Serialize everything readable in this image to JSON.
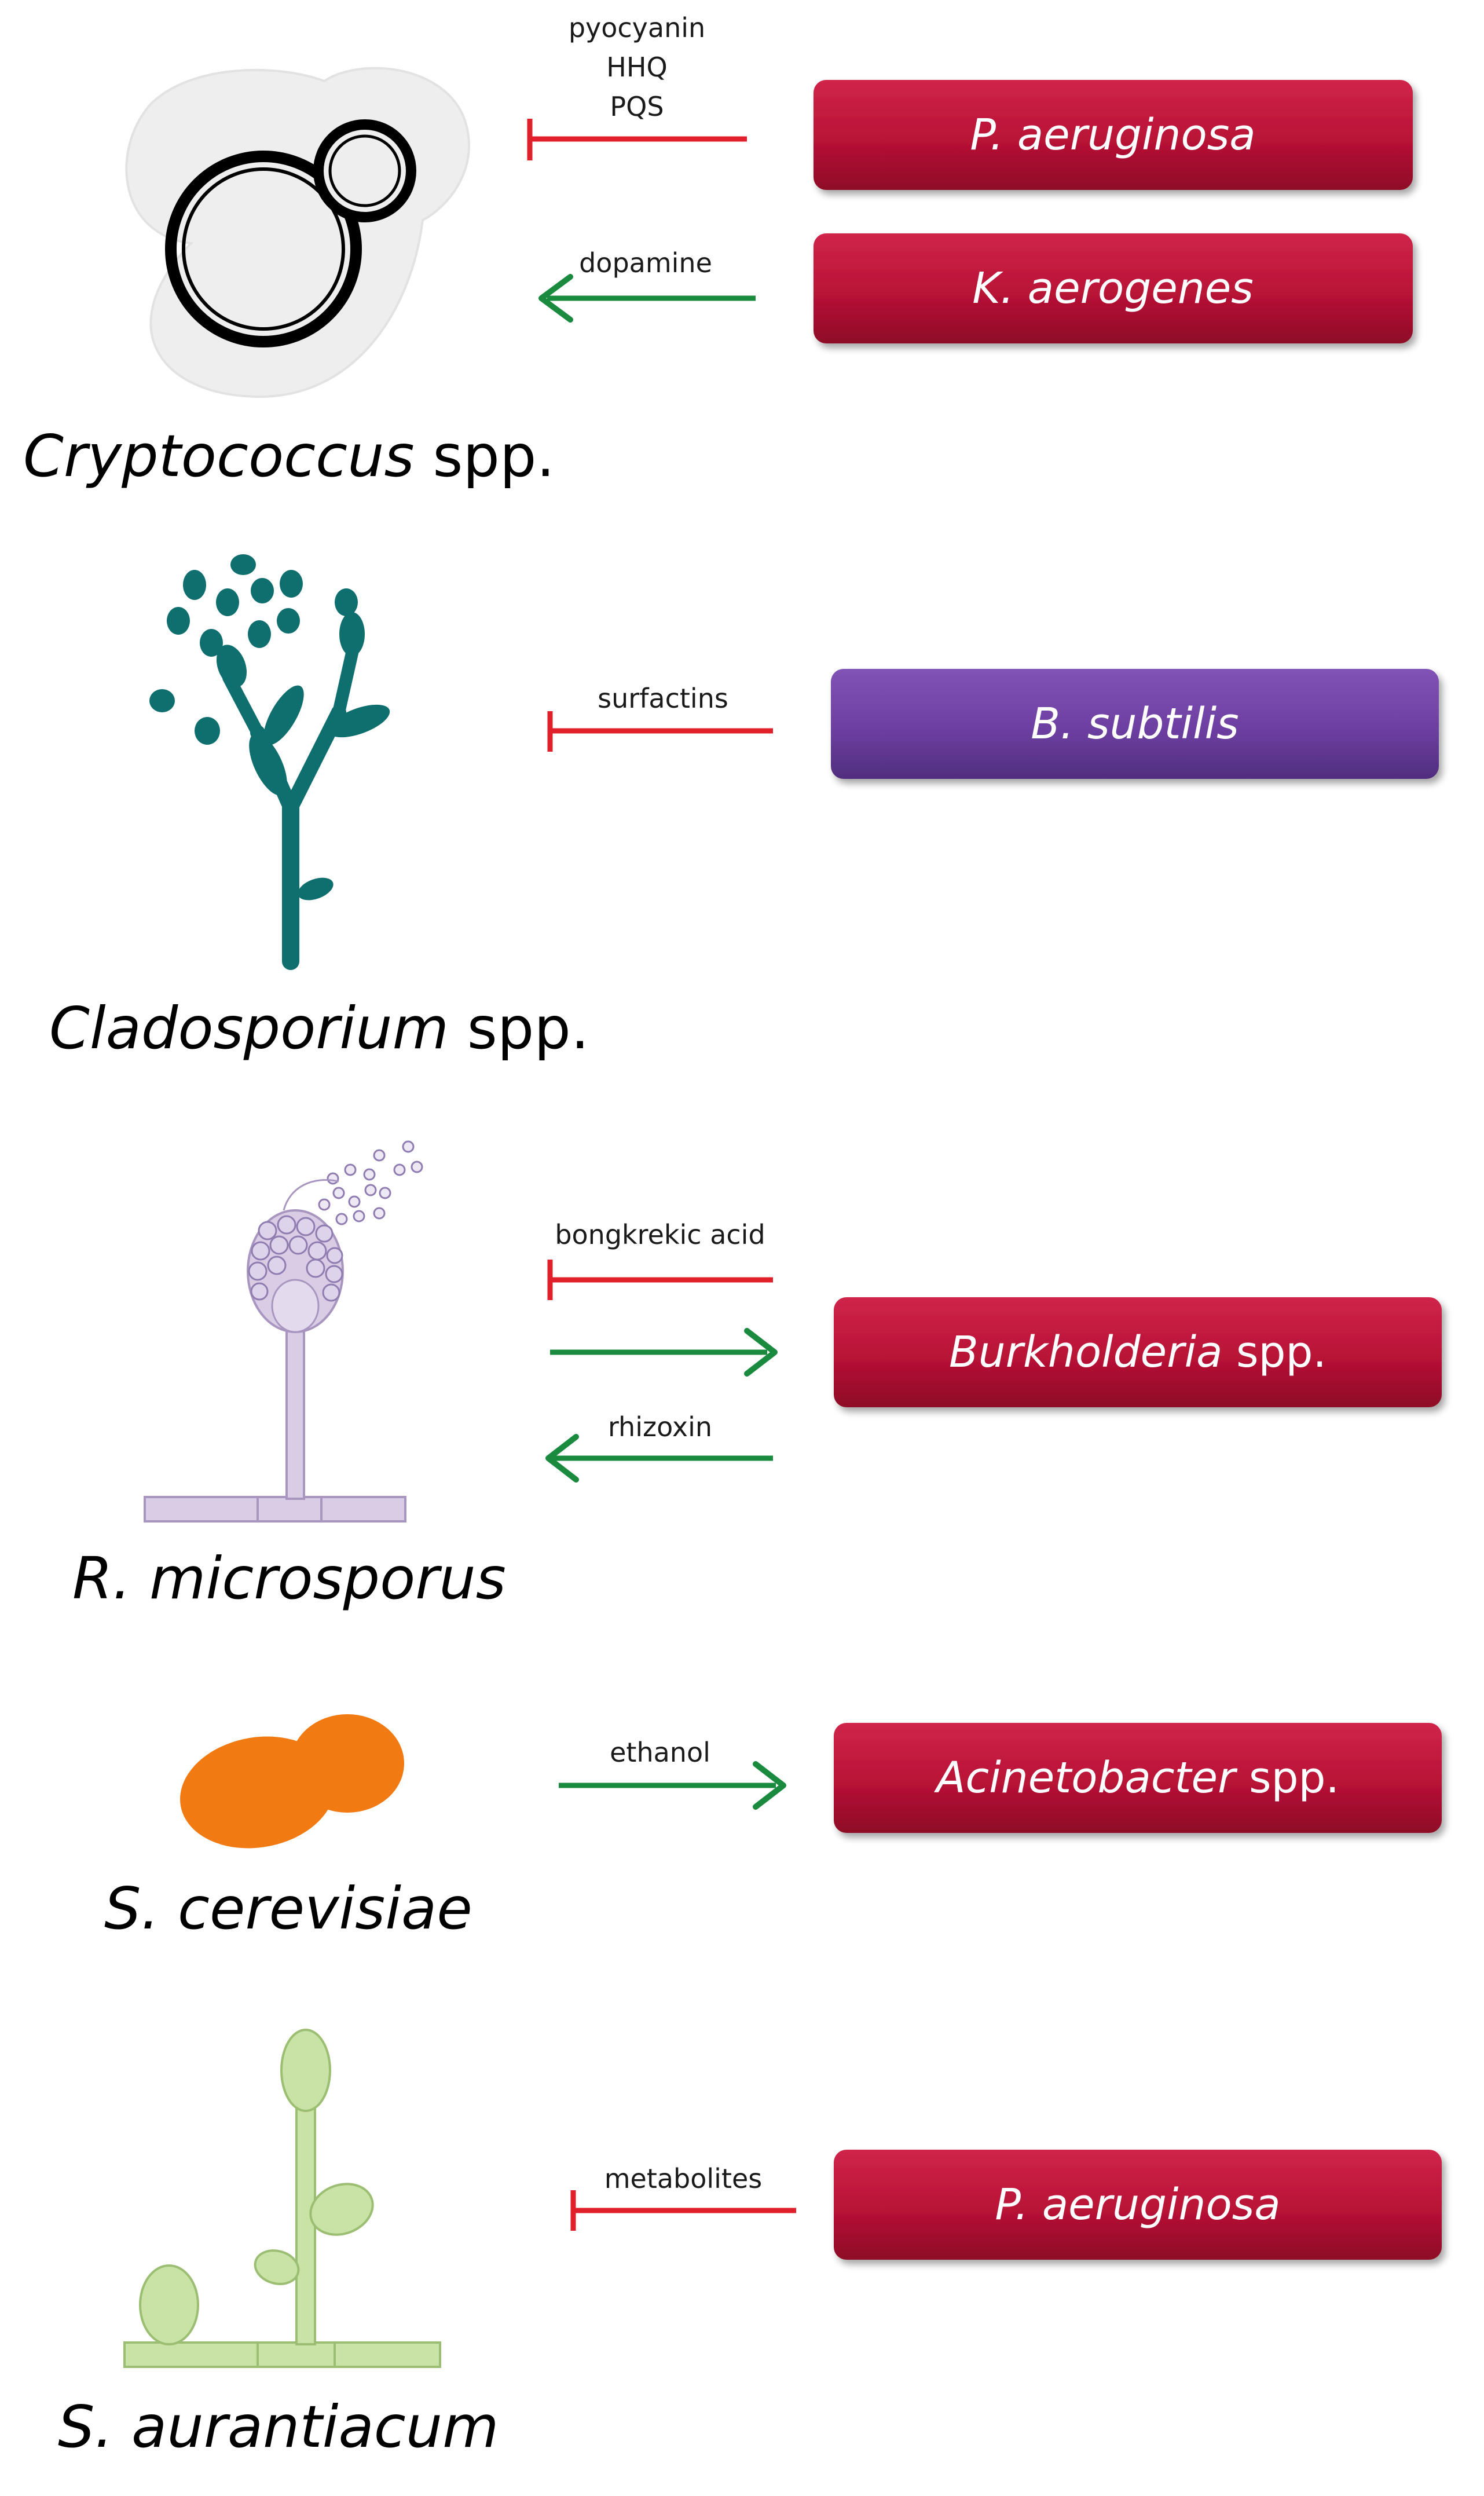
{
  "colors": {
    "box_red": "#BB1237",
    "box_purple": "#6C3FA1",
    "inhibit": "#E0202A",
    "promote": "#1A8A3E",
    "cryptococcus": "#000000",
    "cladosporium": "#0F6E6E",
    "rhizopus": "#D9CDE6",
    "saccharomyces": "#F27A12",
    "sporothrix": "#C9E2A6"
  },
  "rows": [
    {
      "fungus": {
        "italic": "Cryptococcus",
        "plain": " spp.",
        "icon": "cryptococcus-yeast-icon"
      },
      "interactions": [
        {
          "type": "inhibit",
          "molecules": [
            "pyocyanin",
            "HHQ",
            "PQS"
          ],
          "bacterium": {
            "italic": "P. aeruginosa",
            "plain": "",
            "color": "red"
          }
        },
        {
          "type": "promote",
          "molecules": [
            "dopamine"
          ],
          "bacterium": {
            "italic": "K. aerogenes",
            "plain": "",
            "color": "red"
          }
        }
      ]
    },
    {
      "fungus": {
        "italic": "Cladosporium",
        "plain": " spp.",
        "icon": "cladosporium-conidiophore-icon"
      },
      "interactions": [
        {
          "type": "inhibit",
          "molecules": [
            "surfactins"
          ],
          "bacterium": {
            "italic": "B. subtilis",
            "plain": "",
            "color": "purple"
          }
        }
      ]
    },
    {
      "fungus": {
        "italic": "R. microsporus",
        "plain": "",
        "icon": "rhizopus-sporangium-icon"
      },
      "interactions": [
        {
          "type": "inhibit",
          "molecules": [
            "bongkrekic acid"
          ]
        },
        {
          "type": "promote-to-bacterium",
          "molecules": [],
          "bacterium": {
            "italic": "Burkholderia",
            "plain": " spp.",
            "color": "red"
          }
        },
        {
          "type": "promote",
          "molecules": [
            "rhizoxin"
          ]
        }
      ]
    },
    {
      "fungus": {
        "italic": "S. cerevisiae",
        "plain": "",
        "icon": "budding-yeast-icon"
      },
      "interactions": [
        {
          "type": "promote-to-bacterium",
          "molecules": [
            "ethanol"
          ],
          "bacterium": {
            "italic": "Acinetobacter",
            "plain": " spp.",
            "color": "red"
          }
        }
      ]
    },
    {
      "fungus": {
        "italic": "S. aurantiacum",
        "plain": "",
        "icon": "scedosporium-hyphae-icon"
      },
      "interactions": [
        {
          "type": "inhibit",
          "molecules": [
            "metabolites"
          ],
          "bacterium": {
            "italic": "P. aeruginosa",
            "plain": "",
            "color": "red"
          }
        }
      ]
    }
  ]
}
